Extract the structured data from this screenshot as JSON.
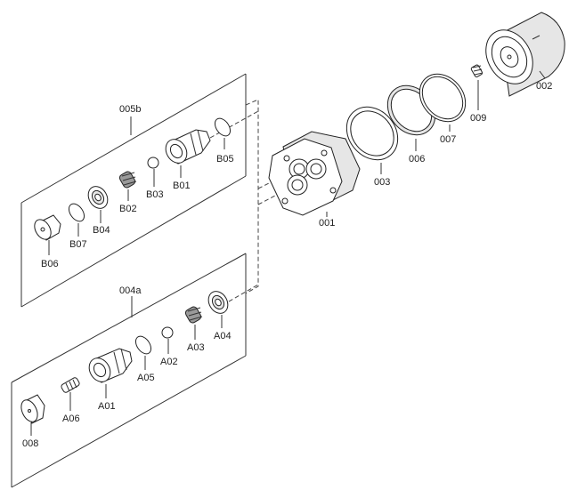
{
  "groups": {
    "g005b": "005b",
    "g004a": "004a"
  },
  "parts": {
    "p001": "001",
    "p002": "002",
    "p003": "003",
    "p006": "006",
    "p007": "007",
    "p008": "008",
    "p009": "009",
    "b01": "B01",
    "b02": "B02",
    "b03": "B03",
    "b04": "B04",
    "b05": "B05",
    "b06": "B06",
    "b07": "B07",
    "a01": "A01",
    "a02": "A02",
    "a03": "A03",
    "a04": "A04",
    "a05": "A05",
    "a06": "A06"
  }
}
